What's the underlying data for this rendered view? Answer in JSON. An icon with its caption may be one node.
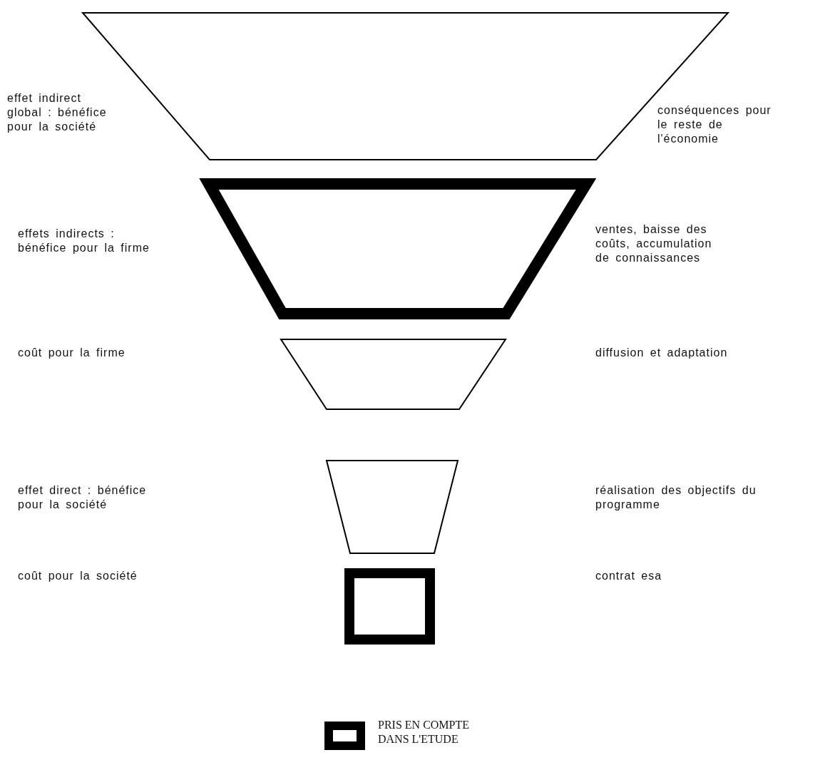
{
  "diagram": {
    "nodes": [
      {
        "text": [],
        "shape": "trapezoid"
      },
      {
        "text": [],
        "shape": "trapezoid"
      },
      {
        "text": [],
        "shape": "trapezoid"
      },
      {
        "text": [],
        "shape": "trapezoid"
      },
      {
        "text": [],
        "shape": "box"
      }
    ],
    "labels": [
      "effet indirect global : bénéfice pour la société",
      "conséquences pour le reste de l'économie",
      "effets indirects : bénéfice pour la firme",
      "ventes, baisse des coûts, accumulation de connaissances",
      "coût pour la firme",
      "diffusion et adaptation",
      "effet direct : bénéfice pour la société",
      "réalisation des objectifs du programme",
      "coût pour la société",
      "contrat esa"
    ],
    "legend": [
      {
        "text": "PRIS EN COMPTE DANS L'ETUDE"
      }
    ]
  }
}
